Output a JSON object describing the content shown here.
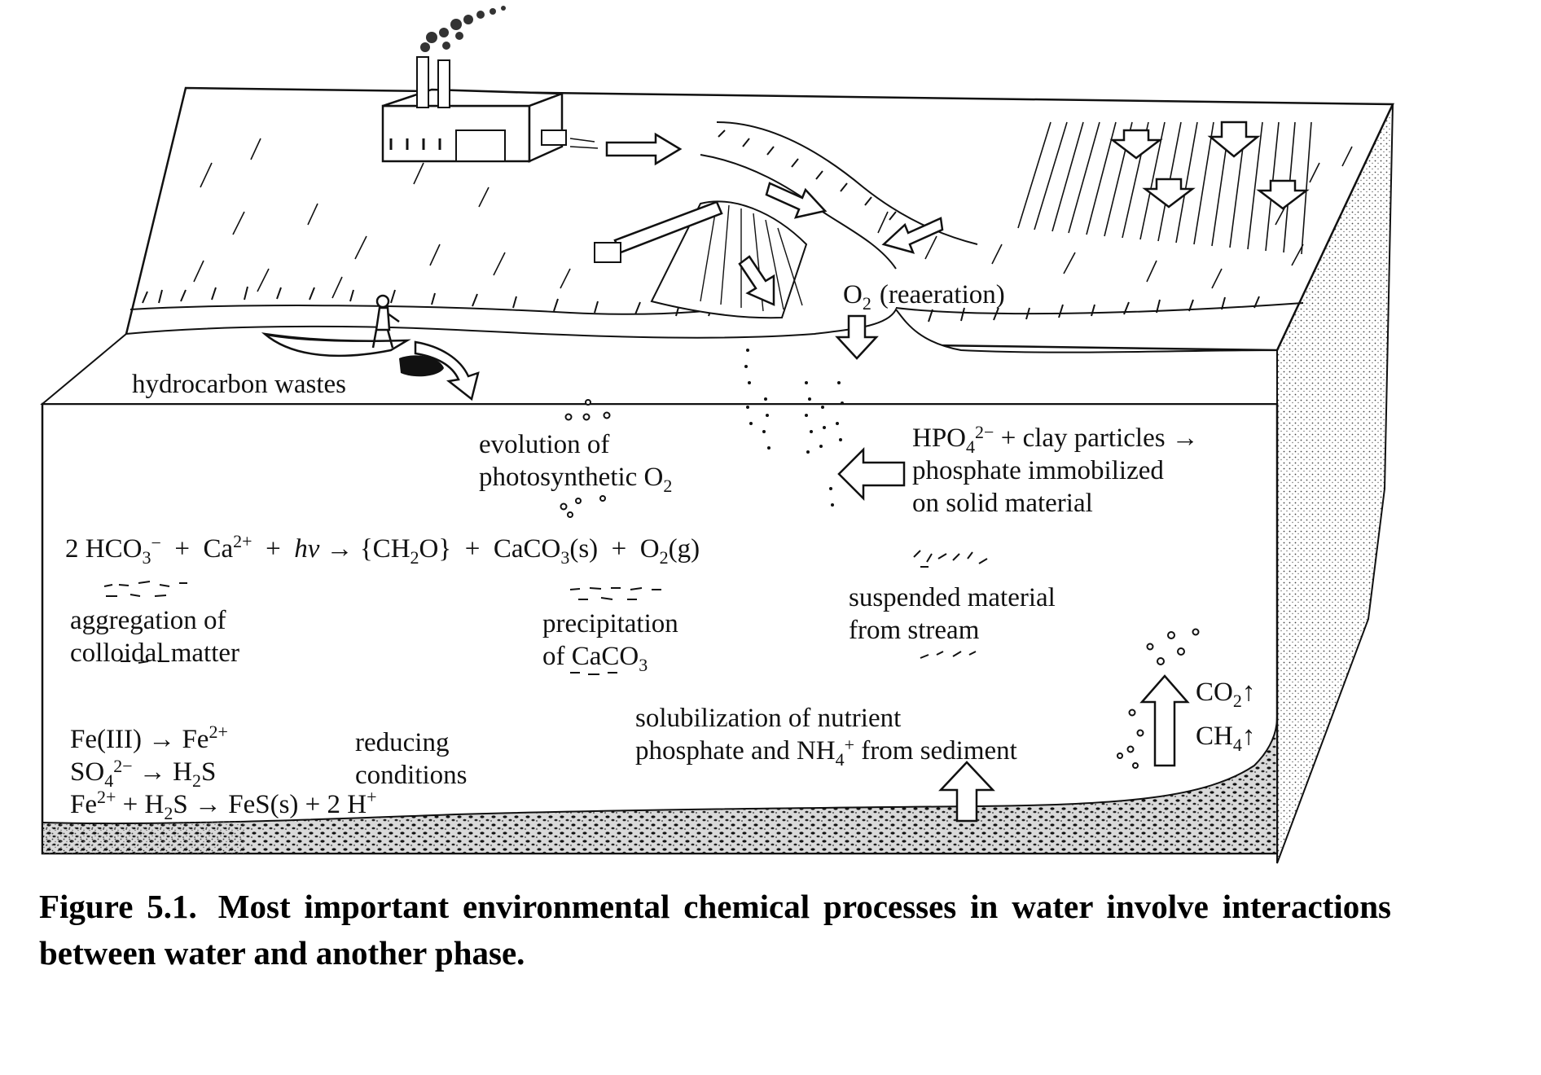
{
  "labels": {
    "reaeration": {
      "formula": "O",
      "sub": "2",
      "text": "(reaeration)"
    },
    "hydrocarbon": "hydrocarbon wastes",
    "evolution": {
      "line1": "evolution of",
      "line2_main": "photosynthetic O",
      "line2_sub": "2"
    },
    "hpo4": {
      "line1_main": "HPO",
      "line1_sub": "4",
      "line1_sup": "2−",
      "line1_rest": " + clay particles →",
      "line2": "phosphate immobilized",
      "line3": "on solid material"
    },
    "main_equation": {
      "p1": "2 HCO",
      "p1_sub": "3",
      "p1_sup": "−",
      "p2": "  +  Ca",
      "p2_sup": "2+",
      "p3": "  +  ",
      "hv": "hν",
      "p4": " → {CH",
      "p4_sub": "2",
      "p5": "O}  +  CaCO",
      "p5_sub": "3",
      "p6": "(s)  +  O",
      "p6_sub": "2",
      "p7": "(g)"
    },
    "aggregation": {
      "line1": "aggregation of",
      "line2": "colloidal matter"
    },
    "precipitation": {
      "line1": "precipitation",
      "line2_main": "of CaCO",
      "line2_sub": "3"
    },
    "suspended": {
      "line1": "suspended material",
      "line2": "from stream"
    },
    "gases": {
      "co2_main": "CO",
      "co2_sub": "2",
      "ch4_main": "CH",
      "ch4_sub": "4",
      "arrow": "↑"
    },
    "solubilization": {
      "line1": "solubilization of nutrient",
      "line2_a": "phosphate and NH",
      "line2_sub": "4",
      "line2_sup": "+",
      "line2_b": " from sediment"
    },
    "iron": {
      "line1_a": "Fe(III) → Fe",
      "line1_sup": "2+",
      "line2_a": "SO",
      "line2_sub": "4",
      "line2_sup": "2−",
      "line2_b": " → H",
      "line2_sub2": "2",
      "line2_c": "S",
      "line3_a": "Fe",
      "line3_sup": "2+",
      "line3_b": " + H",
      "line3_sub": "2",
      "line3_c": "S → FeS(s) + 2 H",
      "line3_sup2": "+"
    },
    "reducing": {
      "line1": "reducing",
      "line2": "conditions"
    }
  },
  "caption": {
    "number": "Figure 5.1.",
    "text": "Most important environmental chemical processes in water involve interactions between water and another phase."
  }
}
